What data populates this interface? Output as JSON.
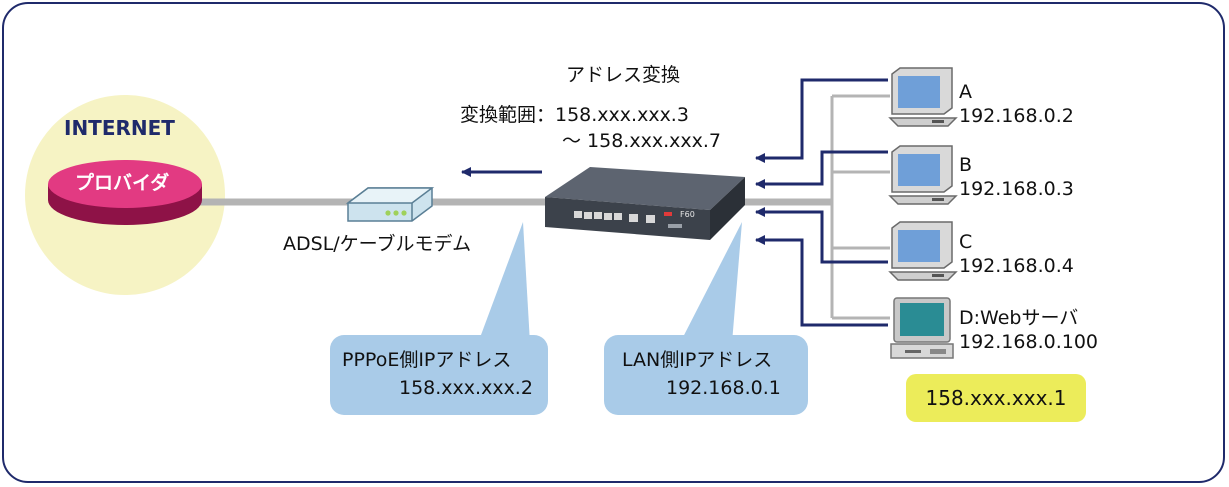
{
  "internet": {
    "label": "INTERNET",
    "provider": "プロバイダ"
  },
  "modem": {
    "label": "ADSL/ケーブルモデム"
  },
  "router": {
    "badge": "F60"
  },
  "nat": {
    "title": "アドレス変換",
    "range_line1": "変換範囲：158.xxx.xxx.3",
    "range_line2": "～ 158.xxx.xxx.7"
  },
  "pppoe_callout": {
    "line1": "PPPoE側IPアドレス",
    "line2": "158.xxx.xxx.2"
  },
  "lan_callout": {
    "line1": "LAN側IPアドレス",
    "line2": "192.168.0.1"
  },
  "hosts": [
    {
      "name": "A",
      "ip": "192.168.0.2"
    },
    {
      "name": "B",
      "ip": "192.168.0.3"
    },
    {
      "name": "C",
      "ip": "192.168.0.4"
    },
    {
      "name": "D:Webサーバ",
      "ip": "192.168.0.100"
    }
  ],
  "server_public_ip": "158.xxx.xxx.1",
  "colors": {
    "frame": "#1f2a6b",
    "arrow": "#1f2a6b",
    "cable": "#b4b4b4",
    "provider": "#e23a82",
    "internet_bg": "#f6f3c4",
    "callout": "#a9cbe8",
    "highlight": "#ecec5a",
    "monitor_screen": "#6f9fd8"
  }
}
